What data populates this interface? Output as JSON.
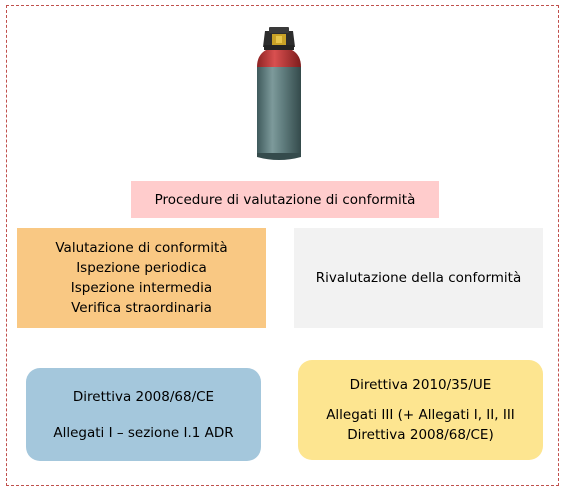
{
  "procedure": {
    "title": "Procedure di valutazione di conformità"
  },
  "evaluation": {
    "lines": [
      "Valutazione di conformità",
      "Ispezione periodica",
      "Ispezione intermedia",
      "Verifica straordinaria"
    ]
  },
  "revaluation": {
    "label": "Rivalutazione della conformità"
  },
  "directive_left": {
    "title": "Direttiva 2008/68/CE",
    "annex": "Allegati I – sezione I.1 ADR"
  },
  "directive_right": {
    "title": "Direttiva 2010/35/UE",
    "annex_line1": "Allegati III (+ Allegati I, II, III",
    "annex_line2": "Direttiva 2008/68/CE)"
  },
  "colors": {
    "frame_border": "#c0504d",
    "procedure_bg": "#ffcccc",
    "evaluation_bg": "#f9c883",
    "revaluation_bg": "#f2f2f2",
    "directive_left_bg": "#a4c7dc",
    "directive_right_bg": "#fde590",
    "cylinder_body": "#5f7c7d",
    "cylinder_shoulder": "#c43a3a"
  },
  "icons": {
    "cylinder": "gas-cylinder-icon"
  }
}
